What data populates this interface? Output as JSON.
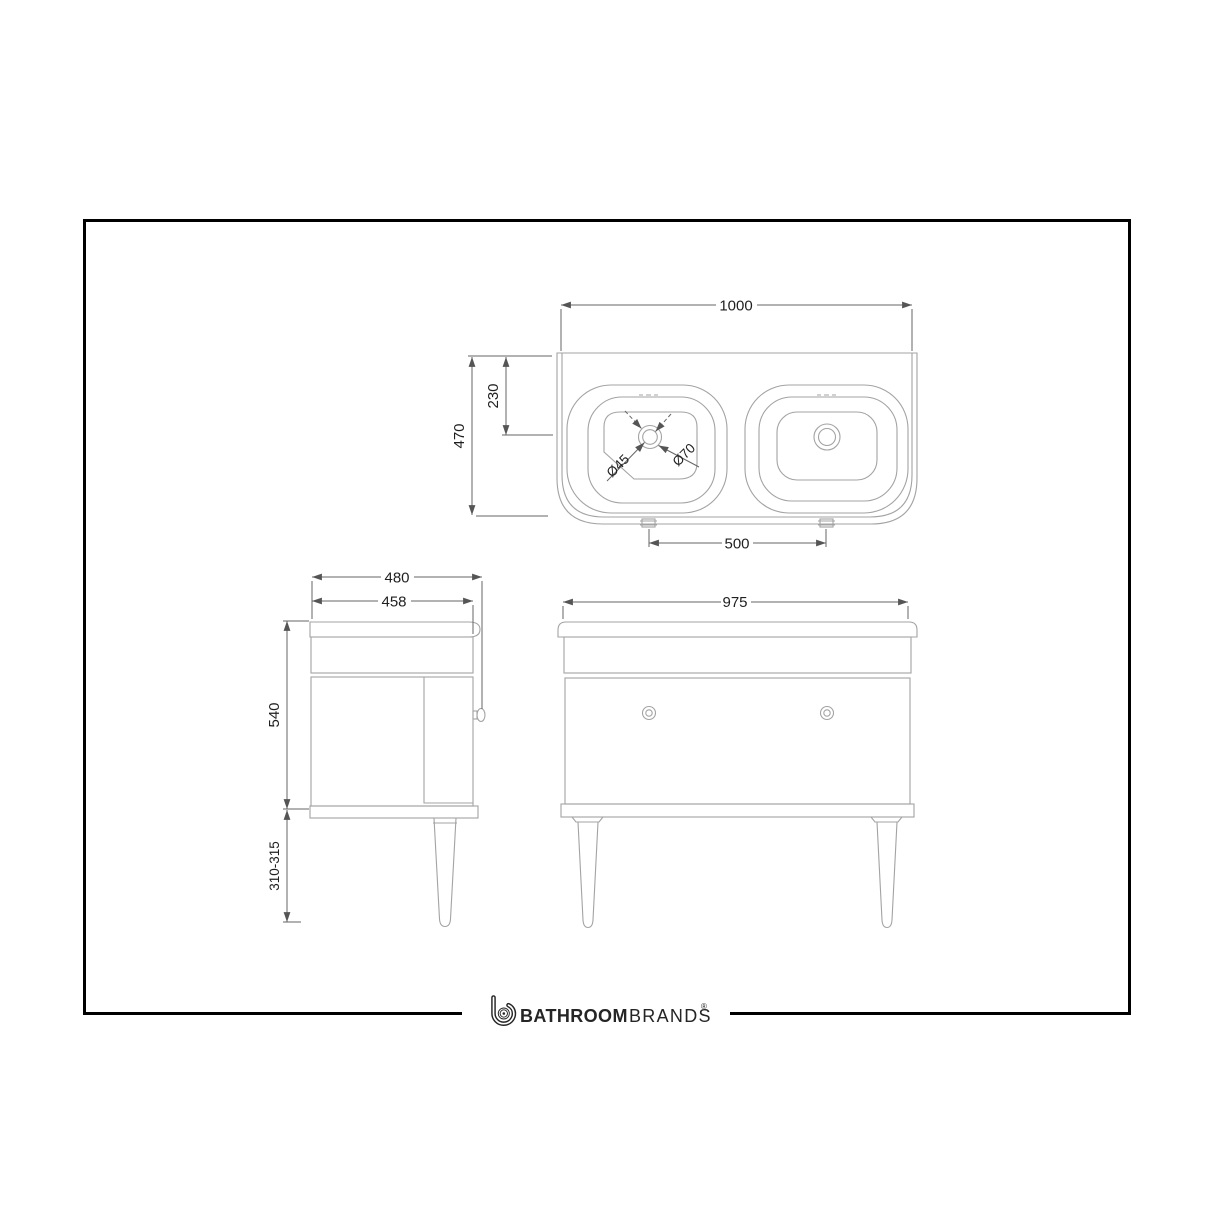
{
  "colors": {
    "frame": "#000000",
    "geometry": "#a3a3a3",
    "dimension": "#666666",
    "dim_text": "#1f1f1f",
    "logo": "#252525",
    "background": "#ffffff"
  },
  "dims": {
    "top": {
      "overall_width": "1000",
      "overall_depth": "470",
      "drain_setback": "230",
      "waste_dia": "Ø45",
      "overflow_dia": "Ø70",
      "drain_centres": "500"
    },
    "side": {
      "overall_depth": "480",
      "cabinet_depth": "458",
      "cabinet_height": "540",
      "leg_height": "310-315"
    },
    "front": {
      "width": "975"
    }
  },
  "brand": {
    "bold": "BATHROOM",
    "light": "BRANDS",
    "registered": "®"
  }
}
